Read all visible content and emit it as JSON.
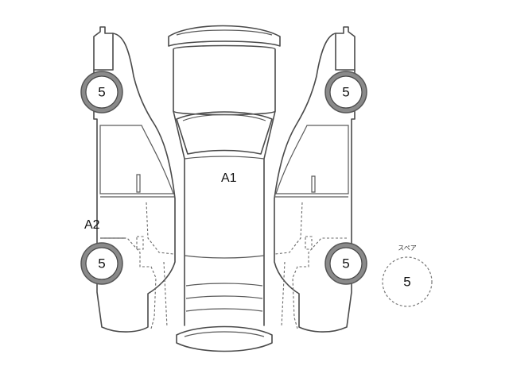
{
  "diagram": {
    "tires": {
      "front_left": "5",
      "rear_left": "5",
      "front_right": "5",
      "rear_right": "5",
      "spare": "5"
    },
    "spare_label": "スペア",
    "damage_marks": [
      {
        "code": "A1",
        "location": "roof"
      },
      {
        "code": "A2",
        "location": "left-rear-door"
      }
    ]
  }
}
